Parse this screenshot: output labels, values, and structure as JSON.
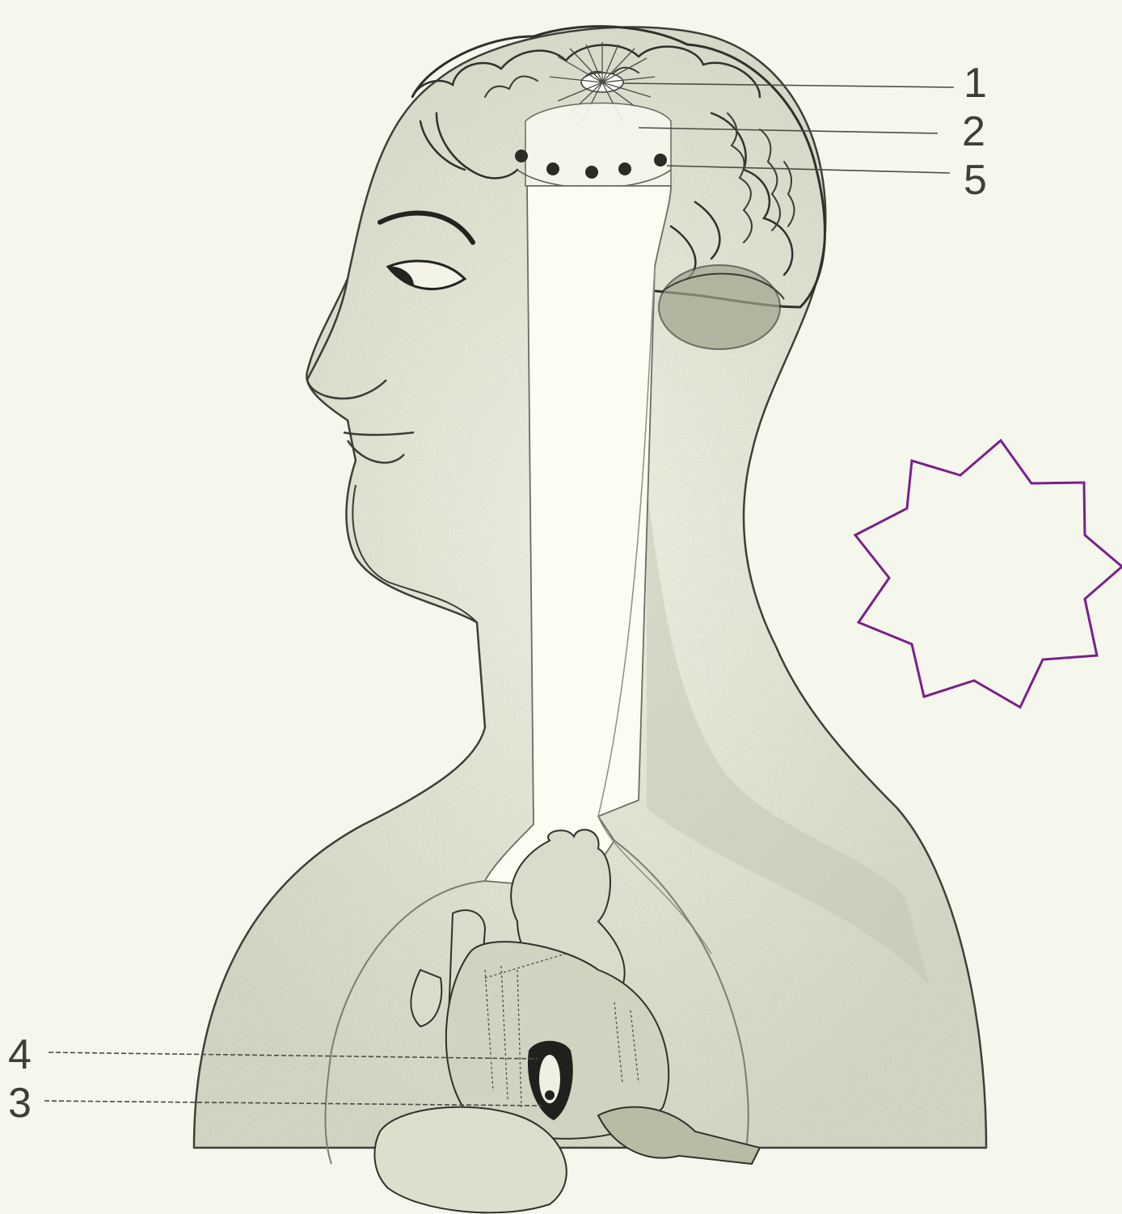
{
  "labels": [
    {
      "id": "1",
      "text": "1"
    },
    {
      "id": "2",
      "text": "2"
    },
    {
      "id": "5",
      "text": "5"
    },
    {
      "id": "4",
      "text": "4"
    },
    {
      "id": "3",
      "text": "3"
    }
  ],
  "colors": {
    "paper": "#f6f7ec",
    "pencil": "#3a3d34",
    "shade": "#6b7062",
    "star": "#7b1f8c"
  },
  "icons": {
    "star": "ten-point-star-outline"
  }
}
